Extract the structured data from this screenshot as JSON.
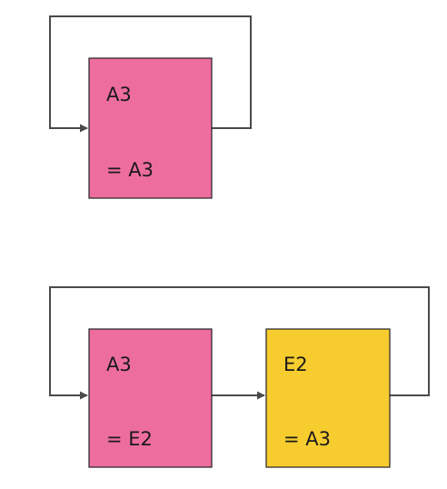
{
  "colors": {
    "cell_a3": "#ee6d9f",
    "cell_e2": "#f7cc2f",
    "connector": "#4a4a4a",
    "node_border": "#222222",
    "text": "#1a1a1a"
  },
  "diagrams": [
    {
      "nodes": [
        {
          "name": "A3",
          "formula": "= A3"
        }
      ]
    },
    {
      "nodes": [
        {
          "name": "A3",
          "formula": "= E2"
        },
        {
          "name": "E2",
          "formula": "= A3"
        }
      ]
    }
  ]
}
